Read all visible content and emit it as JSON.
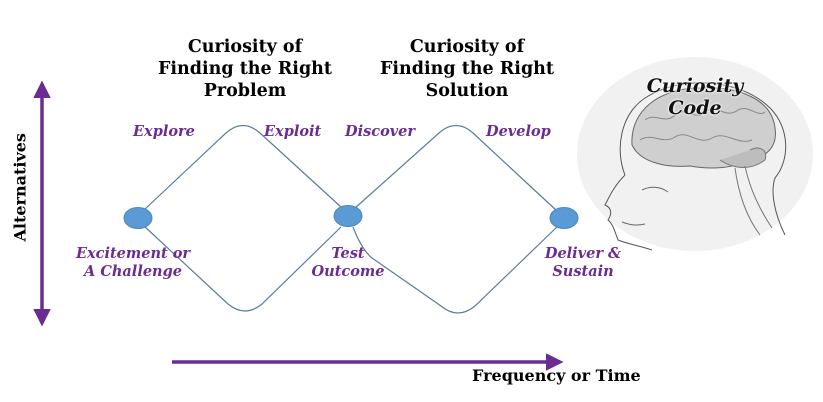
{
  "diagram": {
    "titles": {
      "problem": "Curiosity of\nFinding the Right\nProblem",
      "solution": "Curiosity of\nFinding the Right\nSolution"
    },
    "phases": {
      "explore": "Explore",
      "exploit": "Exploit",
      "discover": "Discover",
      "develop": "Develop"
    },
    "nodes": [
      {
        "id": "start",
        "label": "Excitement or\nA Challenge"
      },
      {
        "id": "middle",
        "label": "Test\nOutcome"
      },
      {
        "id": "end",
        "label": "Deliver &\nSustain"
      }
    ],
    "axes": {
      "y_label": "Alternatives",
      "x_label": "Frequency or Time"
    },
    "brain": {
      "label": "Curiosity\nCode",
      "icon": "head-brain-illustration"
    },
    "colors": {
      "accent_purple": "#6a2c91",
      "node_blue": "#5b9bd5",
      "node_stroke": "#4a86c0",
      "path_line": "#5b7c9c",
      "brain_bg": "#f1f1f1"
    }
  }
}
